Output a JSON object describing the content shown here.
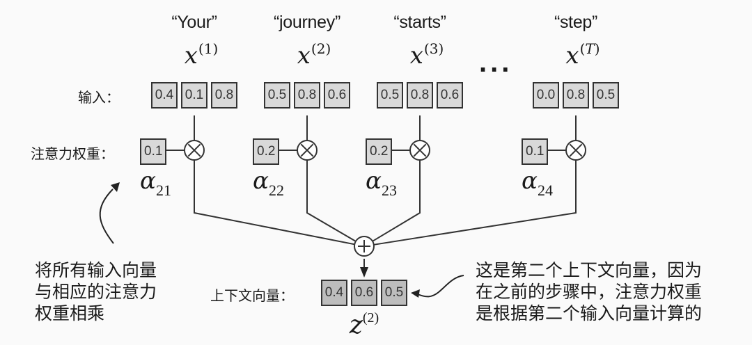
{
  "tokens": [
    {
      "word": "“Your”",
      "var": "x",
      "index": "1",
      "index_italic": false,
      "input": [
        "0.4",
        "0.1",
        "0.8"
      ],
      "weight": "0.1",
      "alpha_sub": "21"
    },
    {
      "word": "“journey”",
      "var": "x",
      "index": "2",
      "index_italic": false,
      "input": [
        "0.5",
        "0.8",
        "0.6"
      ],
      "weight": "0.2",
      "alpha_sub": "22"
    },
    {
      "word": "“starts”",
      "var": "x",
      "index": "3",
      "index_italic": false,
      "input": [
        "0.5",
        "0.8",
        "0.6"
      ],
      "weight": "0.2",
      "alpha_sub": "23"
    },
    {
      "word": "“step”",
      "var": "x",
      "index": "T",
      "index_italic": true,
      "input": [
        "0.0",
        "0.8",
        "0.5"
      ],
      "weight": "0.1",
      "alpha_sub": "24"
    }
  ],
  "ellipsis": "...",
  "labels": {
    "input": "输入：",
    "attention_weight": "注意力权重：",
    "context_vector": "上下文向量："
  },
  "alpha_symbol": "α",
  "operators": {
    "multiply": "⊗",
    "sum": "⊕"
  },
  "context": {
    "var": "z",
    "index": "2",
    "values": [
      "0.4",
      "0.6",
      "0.5"
    ]
  },
  "notes": {
    "left": "将所有输入向量\n与相应的注意力\n权重相乘",
    "right": "这是第二个上下文向量，因为\n在之前的步骤中，注意力权重\n是根据第二个输入向量计算的"
  },
  "colors": {
    "input_cell": "#d9d9d9",
    "context_cell": "#bdbdbd",
    "stroke": "#333333"
  }
}
